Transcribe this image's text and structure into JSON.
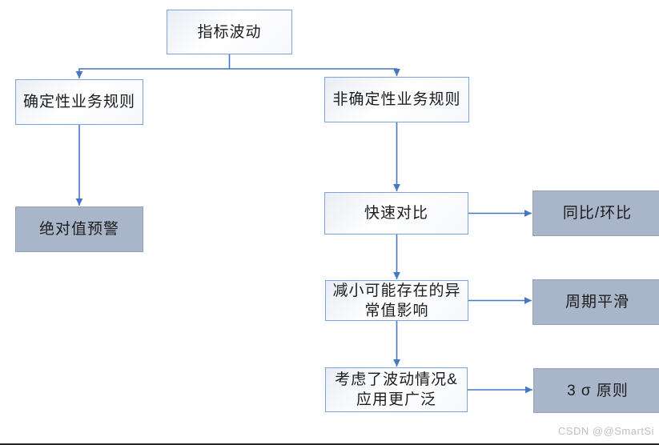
{
  "nodes": {
    "root": "指标波动",
    "deterministic": "确定性业务规则",
    "nondeterministic": "非确定性业务规则",
    "absolute_alert": "绝对值预警",
    "quick_compare": "快速对比",
    "yoy_mom": "同比/环比",
    "reduce_outlier": [
      "减小可能存在的异",
      "常值影响"
    ],
    "period_smoothing": "周期平滑",
    "consider_fluctuation": [
      "考虑了波动情况&",
      "应用更广泛"
    ],
    "three_sigma": "3 σ 原则"
  },
  "watermark": "CSDN @@SmartSi",
  "colors": {
    "connector": "#4577c2",
    "white_node_border": "#7da3d8",
    "gray_node_fill": "#a9b6ca",
    "gray_node_border": "#93a2b8",
    "watermark_text": "#c0c0c0"
  }
}
